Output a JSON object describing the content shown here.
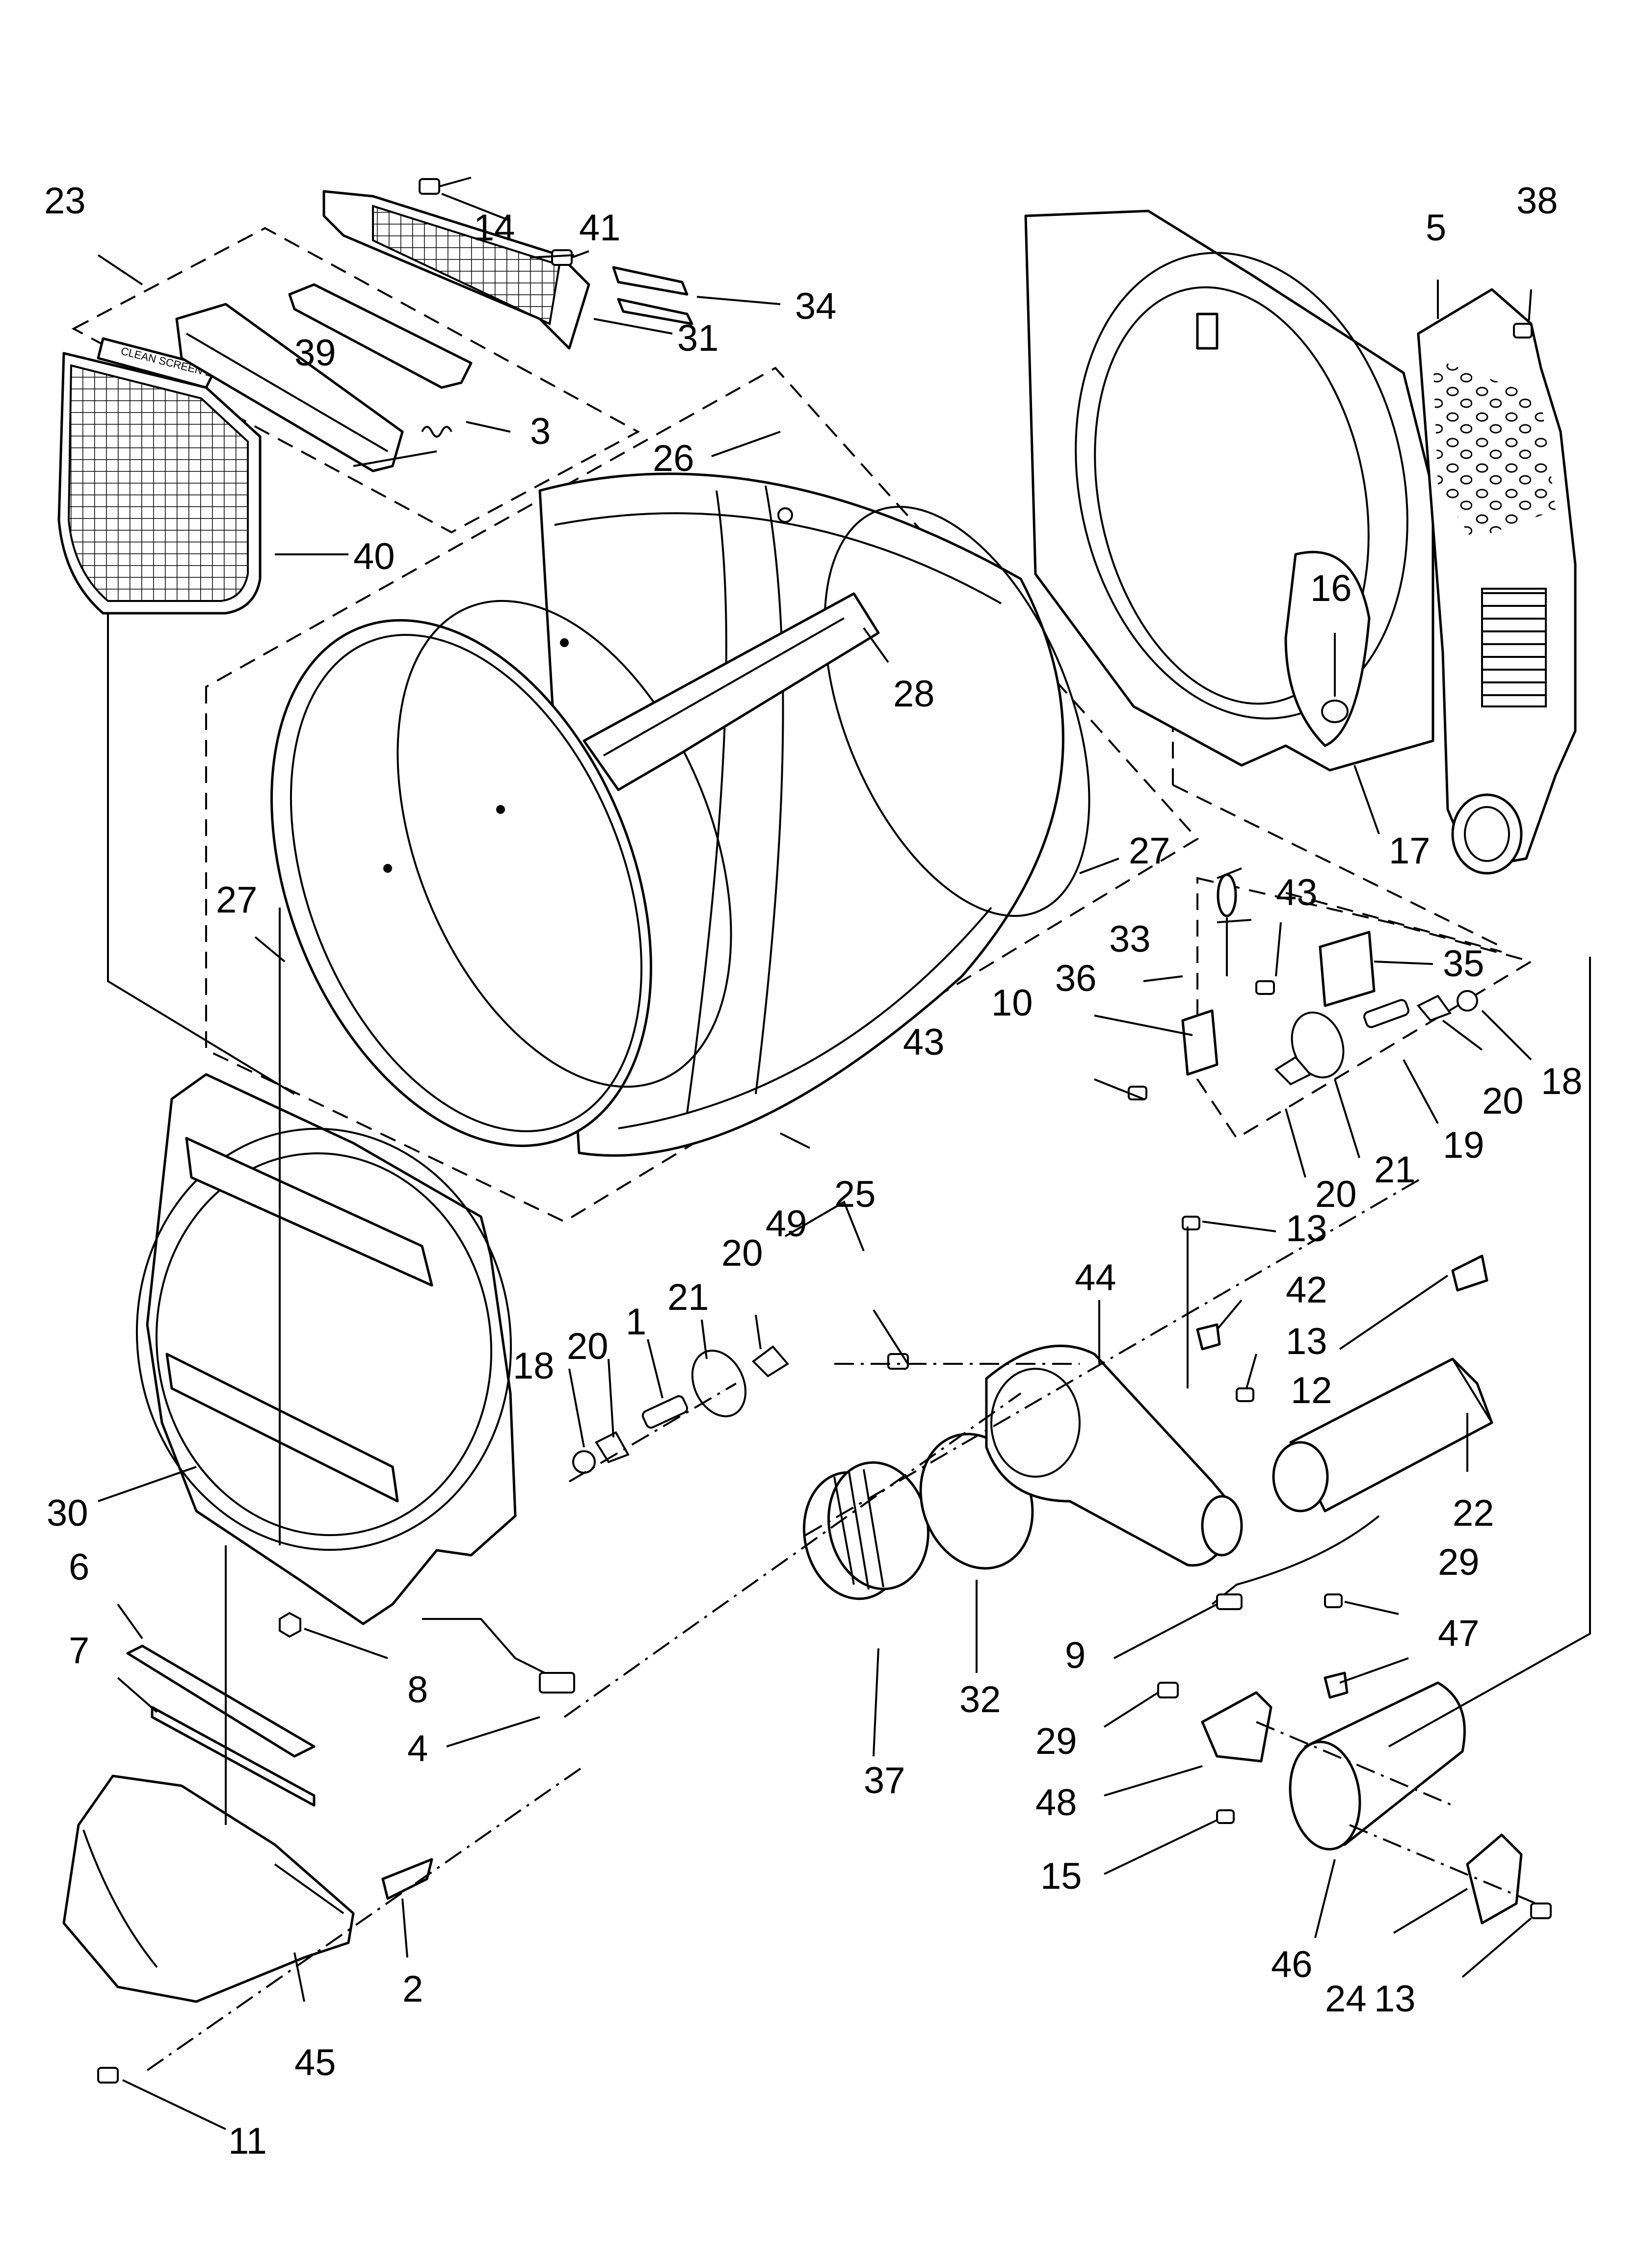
{
  "title": "",
  "callouts": {
    "c1": "1",
    "c2": "2",
    "c3": "3",
    "c4": "4",
    "c5": "5",
    "c6": "6",
    "c7": "7",
    "c8": "8",
    "c9": "9",
    "c10": "10",
    "c11": "11",
    "c12": "12",
    "c13a": "13",
    "c13b": "13",
    "c13c": "13",
    "c14": "14",
    "c15": "15",
    "c16": "16",
    "c17": "17",
    "c18a": "18",
    "c18b": "18",
    "c19": "19",
    "c20a": "20",
    "c20b": "20",
    "c20c": "20",
    "c20d": "20",
    "c21a": "21",
    "c21b": "21",
    "c22": "22",
    "c23": "23",
    "c24": "24",
    "c25": "25",
    "c26": "26",
    "c27a": "27",
    "c27b": "27",
    "c28": "28",
    "c29a": "29",
    "c29b": "29",
    "c30": "30",
    "c31": "31",
    "c32": "32",
    "c33": "33",
    "c34": "34",
    "c35": "35",
    "c36": "36",
    "c37": "37",
    "c38": "38",
    "c39": "39",
    "c40": "40",
    "c41": "41",
    "c42": "42",
    "c43a": "43",
    "c43b": "43",
    "c44": "44",
    "c45": "45",
    "c46": "46",
    "c47": "47",
    "c48": "48",
    "c49": "49"
  },
  "lint_screen_text": "CLEAN SCREEN EACH LOAD"
}
